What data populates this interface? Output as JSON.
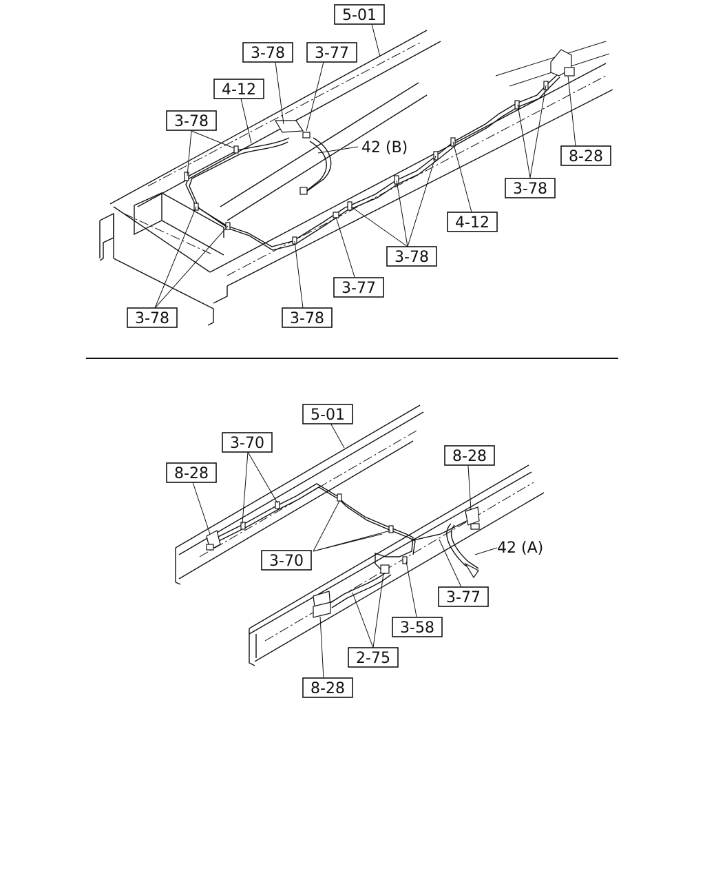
{
  "diagram": {
    "top_view": {
      "callouts": {
        "c501": "5-01",
        "c378a": "3-78",
        "c377a": "3-77",
        "c412a": "4-12",
        "c378b": "3-78",
        "c42b": "42 (B)",
        "c828": "8-28",
        "c378c": "3-78",
        "c412b": "4-12",
        "c378d": "3-78",
        "c377b": "3-77",
        "c378e": "3-78",
        "c378f": "3-78"
      }
    },
    "bottom_view": {
      "callouts": {
        "c501": "5-01",
        "c370a": "3-70",
        "c828a": "8-28",
        "c828b": "8-28",
        "c42a": "42 (A)",
        "c370b": "3-70",
        "c377": "3-77",
        "c358": "3-58",
        "c275": "2-75",
        "c828c": "8-28"
      }
    }
  }
}
